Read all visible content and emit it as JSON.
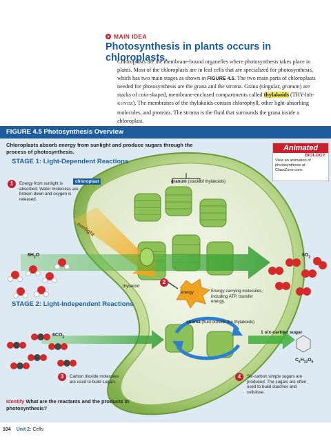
{
  "main_idea": {
    "label": "MAIN IDEA",
    "headline": "Photosynthesis in plants occurs in chloroplasts."
  },
  "paragraph": {
    "p1": "Chloroplasts are the membrane-bound organelles where photosynthesis takes place in plants. Most of the chloroplasts are in leaf cells that are specialized for photosynthesis, which has two main stages as shown in ",
    "fig_ref": "FIGURE 4.5",
    "p2": ". The two main parts of chloroplasts needed for photosynthesis are the grana and the stroma. Grana (singular, ",
    "granum": "granum",
    "p3": ") are stacks of coin-shaped, membrane-enclosed compartments called ",
    "thylakoids": "thylakoids",
    "pron_a": " (THY-luh-",
    "pron_b": "KOYDZ",
    "p4": "). The membranes of the thylakoids contain chlorophyll, other light-absorbing molecules, and proteins. The stroma is the fluid that surrounds the grana inside a chloroplast."
  },
  "figure": {
    "title": "FIGURE 4.5  Photosynthesis Overview",
    "intro": "Chloroplasts absorb energy from sunlight and produce sugars through the process of photosynthesis.",
    "stage1": "STAGE 1: Light-Dependent Reactions",
    "stage2": "STAGE 2: Light-Independent Reactions",
    "step1_num": "1",
    "step1": "Energy from sunlight is absorbed. Water molecules are broken down and oxygen is released.",
    "step2_num": "2",
    "step3_num": "3",
    "step3": "Carbon dioxide molecules are used to build sugars.",
    "step4_num": "4",
    "step4": "Six-carbon simple sugars are produced. The sugars are often used to build starches and cellulose.",
    "chloroplast": "chloroplast",
    "granum": "granum",
    "granum_note": "(stack of thylakoids)",
    "sunlight": "sunlight",
    "water": "6H",
    "water_sub": "2",
    "water_end": "O",
    "oxygen": "6O",
    "oxygen_sub": "2",
    "thylakoid": "thylakoid",
    "energy": "energy",
    "energy_carriers": "Energy-carrying molecules, including ATP, transfer energy.",
    "stroma": "stroma",
    "stroma_note": "(fluid outside the thylakoids)",
    "co2": "6CO",
    "co2_sub": "2",
    "sugar": "1 six-carbon sugar",
    "formula": "C",
    "formula_1": "6",
    "formula_2": "H",
    "formula_3": "12",
    "formula_4": "O",
    "formula_5": "6",
    "identify_label": "Identify",
    "identify_q": "What are the reactants and the products in photosynthesis?",
    "animated": "Animated",
    "biology": "BIOLOGY",
    "animated_note": "View an animation of photosynthesis at ClassZone.com."
  },
  "footer": {
    "page": "104",
    "unit": "Unit 2:",
    "unit_name": "Cells"
  },
  "colors": {
    "blue": "#1f5c9e",
    "red": "#c8202e",
    "green": "#3fae3a",
    "highlight": "#f4e94c"
  }
}
